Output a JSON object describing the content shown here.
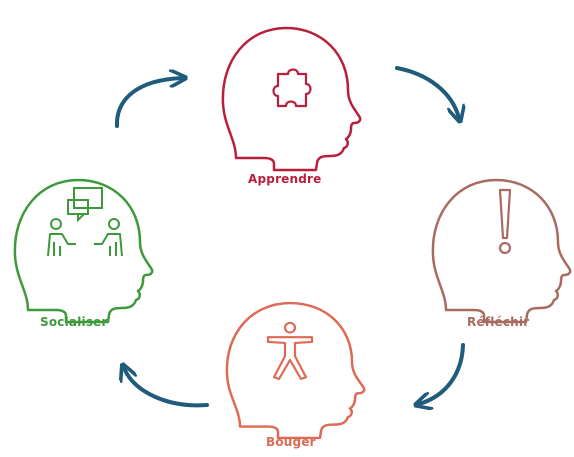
{
  "stages": {
    "apprendre": {
      "label": "Apprendre",
      "color": "#b81f3c",
      "icon": "puzzle-piece-icon"
    },
    "reflechir": {
      "label": "Réfléchir",
      "color": "#a96a60",
      "icon": "exclamation-icon"
    },
    "bouger": {
      "label": "Bouger",
      "color": "#dd6a55",
      "icon": "person-star-icon"
    },
    "socialiser": {
      "label": "Socialiser",
      "color": "#3d9a3a",
      "icon": "people-meeting-icon"
    }
  },
  "arrow_color": "#1f5b7a"
}
